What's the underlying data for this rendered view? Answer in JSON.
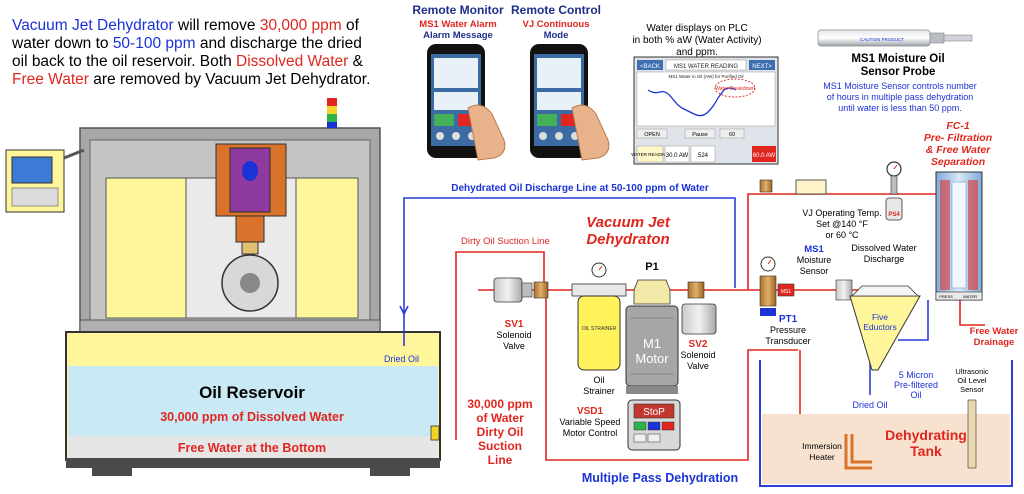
{
  "intro": {
    "line1": [
      "Vacuum Jet Dehydrator",
      " will remove ",
      "30,000 ppm",
      " of"
    ],
    "line2": [
      "water down to ",
      "50-100 ppm",
      " and discharge the dried"
    ],
    "line3": [
      "oil back to the oil reservoir. Both ",
      "Dissolved Water",
      " &"
    ],
    "line4": [
      "Free Water",
      " are removed by Vacuum Jet Dehydrator."
    ]
  },
  "remote_monitor": {
    "title": "Remote Monitor",
    "sub1": "MS1 Water Alarm",
    "sub2": "Alarm Message"
  },
  "remote_control": {
    "title": "Remote Control",
    "sub1": "VJ Continuous",
    "sub2": "Mode"
  },
  "plc": {
    "caption1": "Water displays on PLC",
    "caption2": "in both % aW (Water Activity)",
    "caption3": "and ppm.",
    "back": "<BACK",
    "header": "MS1 WATER READING",
    "next": "NEXT>",
    "chart_title": "MS1 Water in Oil (AW) for Purified Oil",
    "breakdown": "Water Breakdown",
    "water_reading_label": "WATER READING",
    "aw_value": "30.0 AW",
    "ppm_value": "524",
    "alarm_value": "60.0 AW",
    "btn_open": "OPEN",
    "btn_pause": "Pause",
    "btn_min": "60"
  },
  "probe": {
    "brand": "CAUTION PRODUCT",
    "title1": "MS1 Moisture Oil",
    "title2": "Sensor Probe",
    "desc1": "MS1 Moisture Sensor controls number",
    "desc2": "of hours in multiple pass dehydration",
    "desc3": "until water is less than 50 ppm."
  },
  "fc1": {
    "id": "FC-1",
    "line1": "Pre- Filtration",
    "line2": "& Free Water",
    "line3": "Separation",
    "free_water": "Free Water",
    "drainage": "Drainage"
  },
  "labels": {
    "discharge_line": "Dehydrated Oil Discharge Line at 50-100 ppm of Water",
    "dirty_suction": "Dirty Oil Suction Line",
    "vj_title1": "Vacuum Jet",
    "vj_title2": "Dehydraton",
    "p1": "P1",
    "vj_temp1": "VJ Operating Temp.",
    "vj_temp2": "Set @140 °F",
    "vj_temp3": "or 60 °C",
    "ms1": "MS1",
    "ms1_a": "Moisture",
    "ms1_b": "Sensor",
    "dwd1": "Dissolved Water",
    "dwd2": "Discharge",
    "sv1": "SV1",
    "sv1_a": "Solenoid",
    "sv1_b": "Valve",
    "oil_strainer_tag": "OIL STRAINER",
    "strainer1": "Oil",
    "strainer2": "Strainer",
    "motor1": "M1",
    "motor2": "Motor",
    "sv2": "SV2",
    "sv2_a": "Solenoid",
    "sv2_b": "Valve",
    "pt1": "PT1",
    "pt1_a": "Pressure",
    "pt1_b": "Transducer",
    "five1": "Five",
    "five2": "Eductors",
    "micron1": "5 Micron",
    "micron2": "Pre-filtered",
    "micron3": "Oil",
    "dried_oil_right": "Dried Oil",
    "ultra1": "Ultrasonic",
    "ultra2": "Oil Level",
    "ultra3": "Sensor",
    "dried_oil_left": "Dried Oil",
    "reservoir_title": "Oil Reservoir",
    "reservoir_ppm": "30,000 ppm of Dissolved Water",
    "free_water_bottom": "Free Water at the Bottom",
    "ppm_big1": "30,000 ppm",
    "ppm_big2": "of Water",
    "ppm_big3": "Dirty Oil",
    "ppm_big4": "Suction",
    "ppm_big5": "Line",
    "vsd1": "VSD1",
    "vsd1_a": "Variable Speed",
    "vsd1_b": "Motor Control",
    "stop": "StoP",
    "multi_pass": "Multiple Pass Dehydration",
    "heater1": "Immersion",
    "heater2": "Heater",
    "tank1": "Dehydrating",
    "tank2": "Tank",
    "ps4": "PS4",
    "ms1_tag": "MS1",
    "pressure_tag": "PRESS",
    "water_tag": "WATER"
  },
  "colors": {
    "blue": "#1b33d6",
    "red": "#e0261f",
    "navy": "#1d2f8a",
    "pipe_red": "#e0261f",
    "pipe_blue": "#2a3fd8"
  }
}
